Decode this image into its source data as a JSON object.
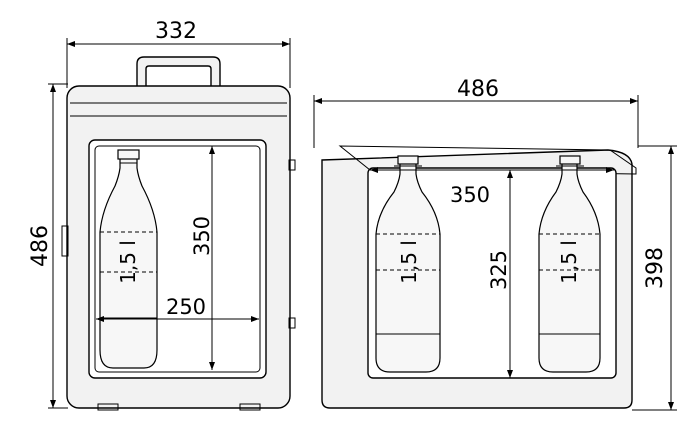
{
  "front_view": {
    "width_label": "332",
    "height_label": "486",
    "inner_height_label": "350",
    "inner_width_label": "250",
    "bottle_label": "1,5 l"
  },
  "side_view": {
    "width_label": "486",
    "height_label": "398",
    "inner_width_label": "350",
    "inner_height_label": "325",
    "bottle_left_label": "1,5 l",
    "bottle_right_label": "1,5 l"
  }
}
